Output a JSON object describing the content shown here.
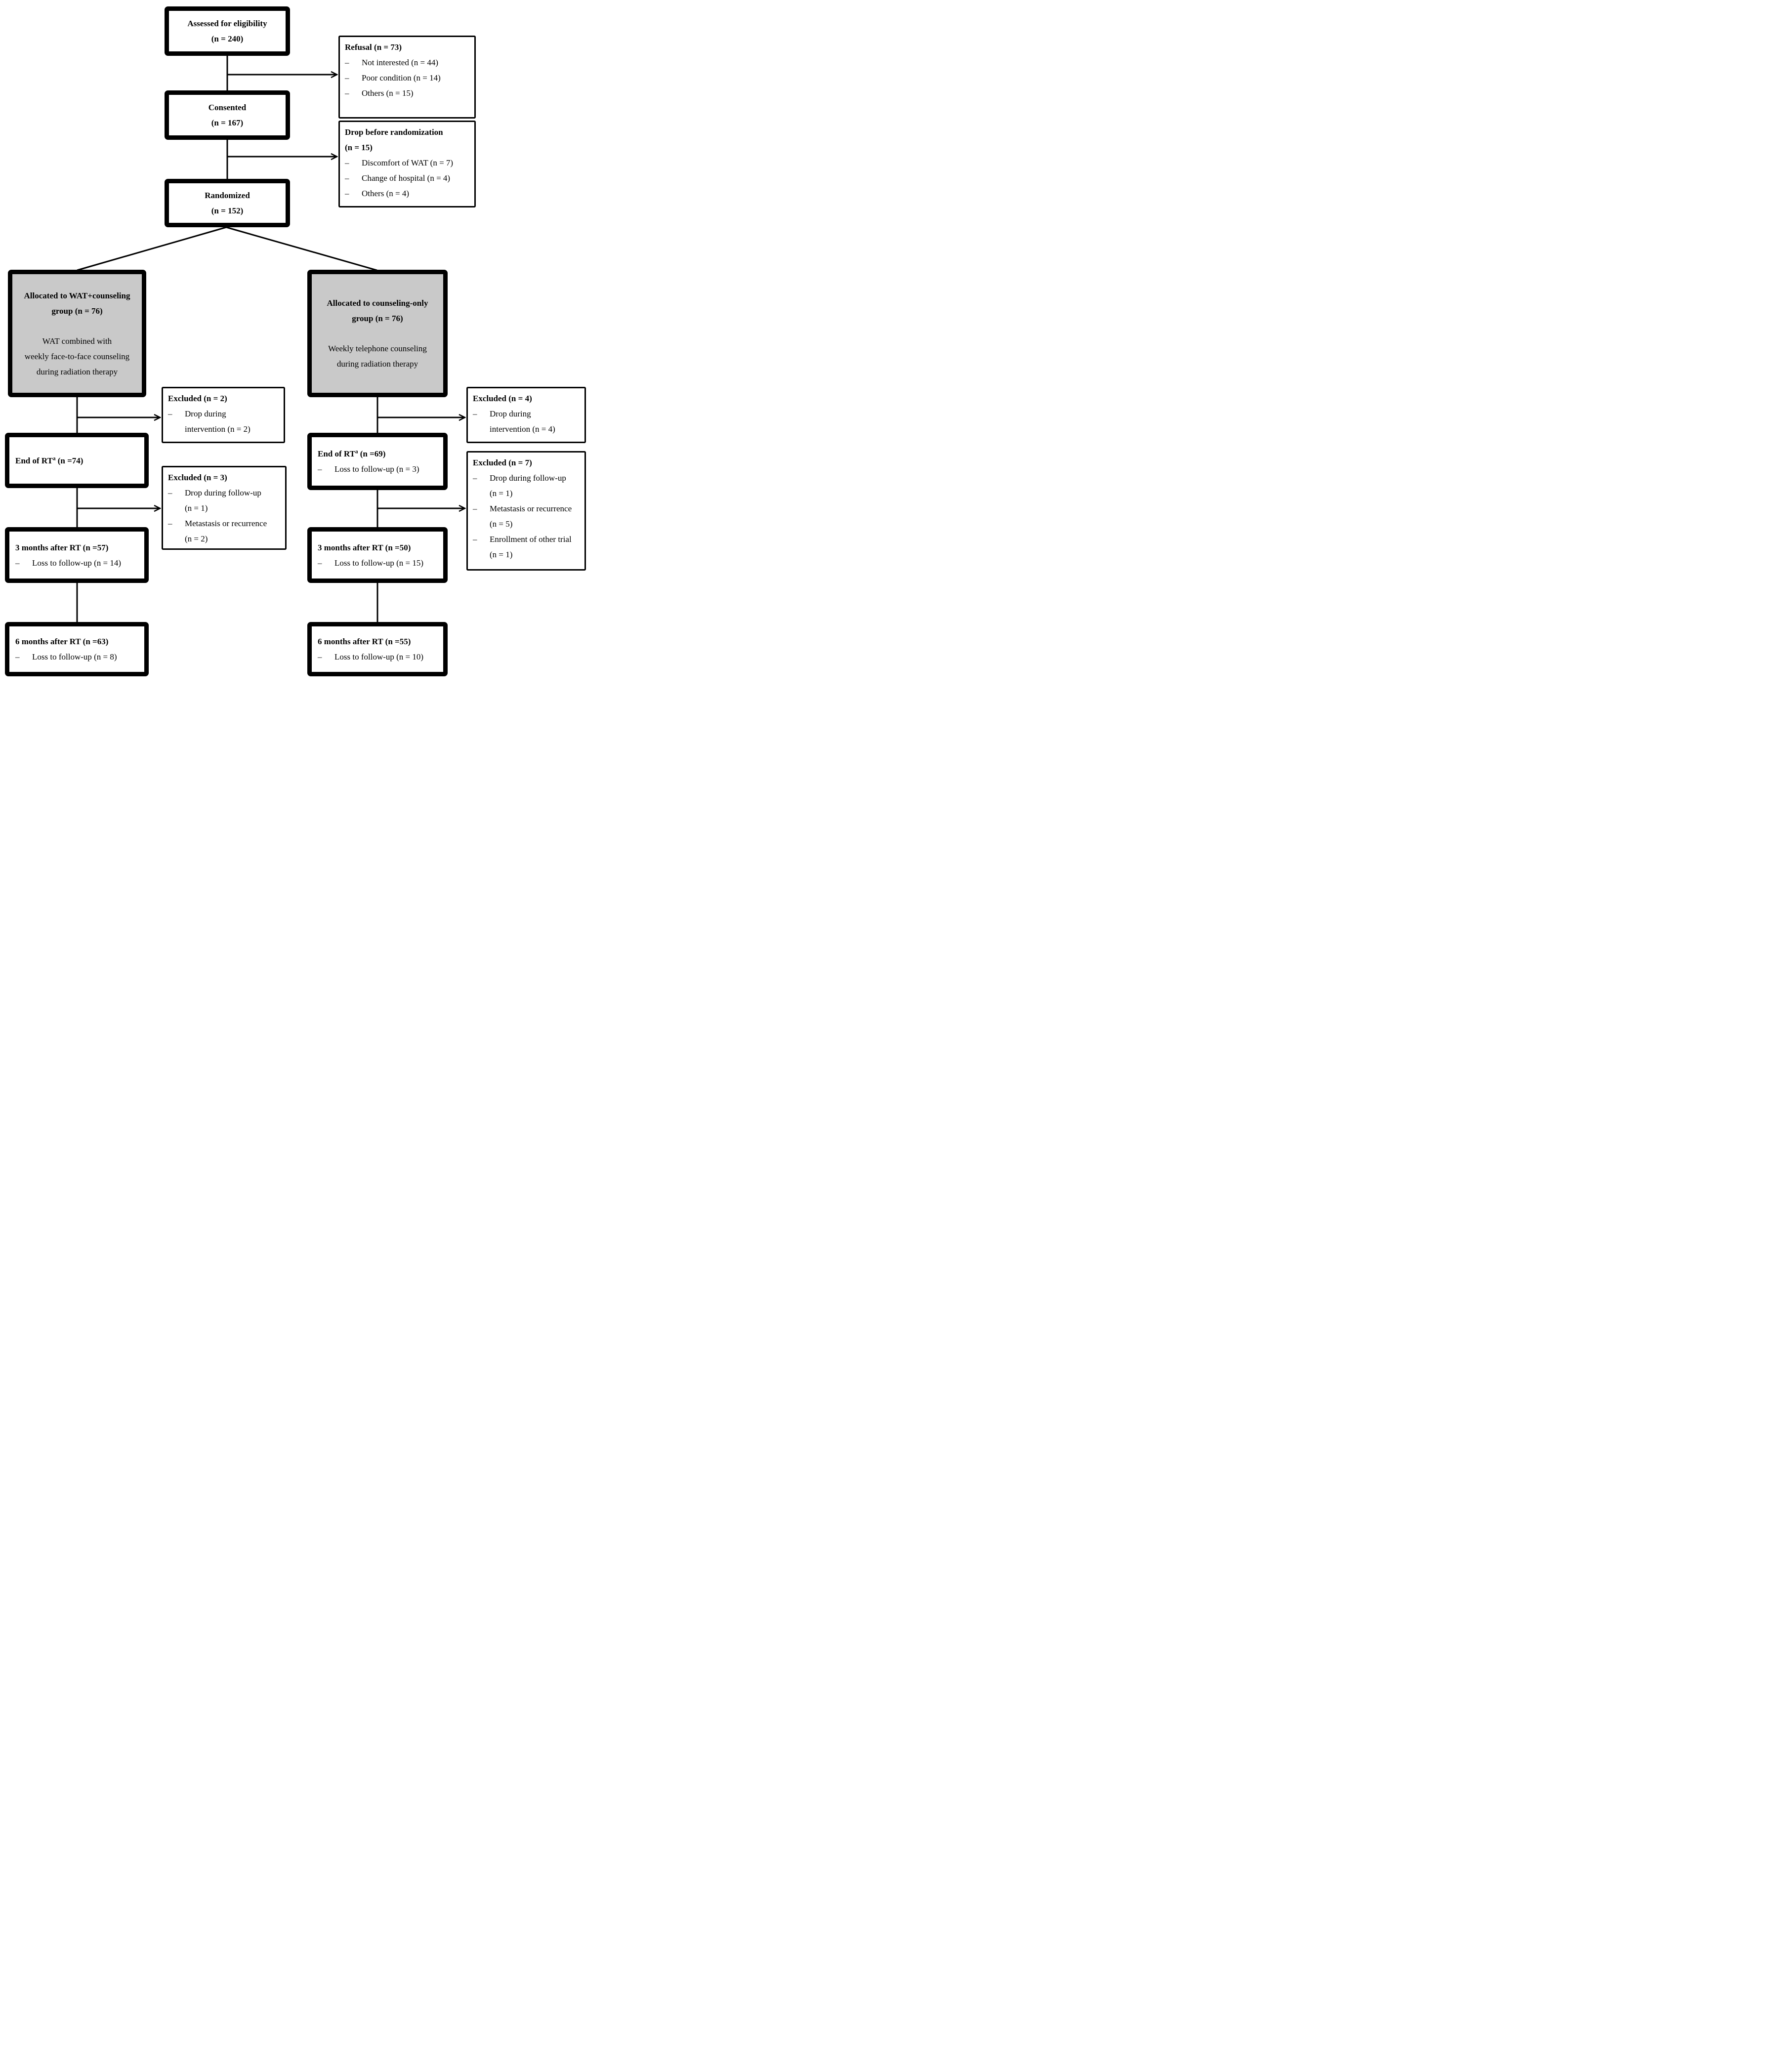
{
  "ui": {
    "bullet": "–"
  },
  "colors": {
    "border": "#000000",
    "text": "#000000",
    "background": "#ffffff",
    "allocated_box_fill": "#c9c9c9"
  },
  "flow": {
    "assessed": {
      "text": "Assessed for eligibility\n(n = 240)"
    },
    "refusal": {
      "title": "Refusal (n = 73)",
      "items": [
        "Not interested (n = 44)",
        "Poor condition (n = 14)",
        "Others (n = 15)"
      ]
    },
    "consented": {
      "text": "Consented\n(n = 167)"
    },
    "drop_before_randomization": {
      "title": "Drop before randomization\n(n = 15)",
      "items": [
        "Discomfort of WAT (n = 7)",
        "Change of hospital (n = 4)",
        "Others (n = 4)"
      ]
    },
    "randomized": {
      "text": "Randomized\n(n = 152)"
    },
    "wat_group": {
      "allocated": {
        "title": "Allocated to WAT+counseling\ngroup (n = 76)",
        "description": "WAT combined with\nweekly face-to-face counseling\nduring radiation therapy"
      },
      "excluded_intervention": {
        "title": "Excluded (n = 2)",
        "items": [
          "Drop during\nintervention (n = 2)"
        ]
      },
      "end_of_rt": {
        "title_pre": "End of RT",
        "title_sup": "a",
        "title_post": " (n =74)"
      },
      "excluded_followup": {
        "title": "Excluded (n = 3)",
        "items": [
          "Drop during follow-up\n(n = 1)",
          "Metastasis or recurrence\n(n = 2)"
        ]
      },
      "three_months": {
        "title": "3 months after RT (n =57)",
        "items": [
          "Loss to follow-up (n = 14)"
        ]
      },
      "six_months": {
        "title": "6 months after RT (n =63)",
        "items": [
          "Loss to follow-up (n = 8)"
        ]
      }
    },
    "counseling_group": {
      "allocated": {
        "title": "Allocated to counseling-only\ngroup (n = 76)",
        "description": "Weekly telephone counseling\nduring radiation therapy"
      },
      "excluded_intervention": {
        "title": "Excluded (n = 4)",
        "items": [
          "Drop during\nintervention (n = 4)"
        ]
      },
      "end_of_rt": {
        "title_pre": "End of RT",
        "title_sup": "a",
        "title_post": " (n =69)",
        "items": [
          "Loss to follow-up (n = 3)"
        ]
      },
      "excluded_followup": {
        "title": "Excluded (n = 7)",
        "items": [
          "Drop during follow-up\n(n = 1)",
          "Metastasis or recurrence\n(n = 5)",
          "Enrollment of other trial\n(n = 1)"
        ]
      },
      "three_months": {
        "title": "3 months after RT (n =50)",
        "items": [
          "Loss to follow-up (n = 15)"
        ]
      },
      "six_months": {
        "title": "6 months after RT (n =55)",
        "items": [
          "Loss to follow-up (n = 10)"
        ]
      }
    }
  }
}
